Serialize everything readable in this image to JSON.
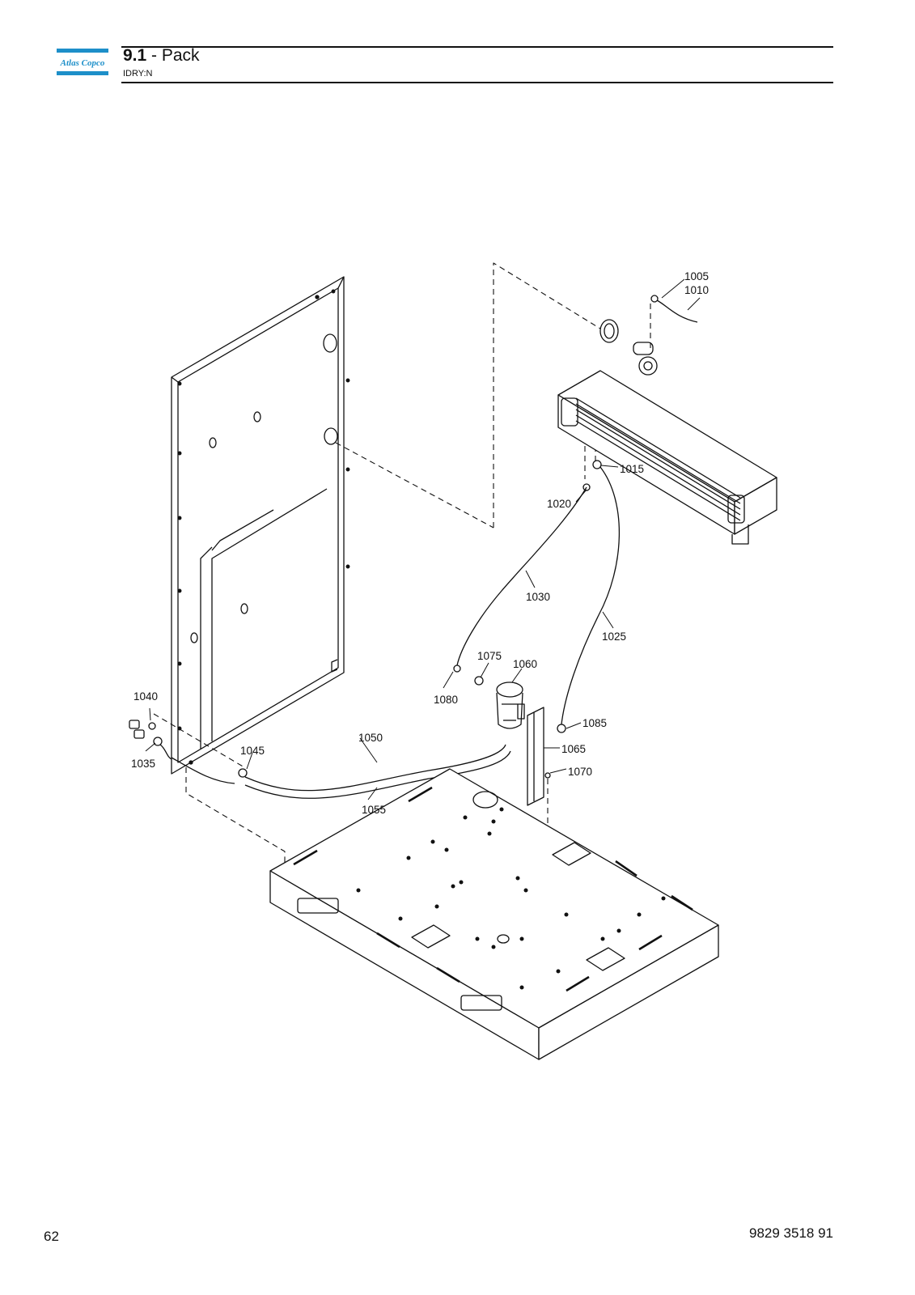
{
  "header": {
    "brand": "Atlas Copco",
    "section_number": "9.1",
    "section_separator": " - ",
    "section_title": "Pack",
    "subtitle": "IDRY:N"
  },
  "drawing": {
    "callouts": [
      "1005",
      "1010",
      "1015",
      "1020",
      "1025",
      "1030",
      "1035",
      "1040",
      "1045",
      "1050",
      "1055",
      "1060",
      "1065",
      "1070",
      "1075",
      "1080",
      "1085"
    ]
  },
  "footer": {
    "page_number": "62",
    "document_number": "9829 3518 91"
  },
  "colors": {
    "logo_blue": "#1d8fc9",
    "line": "#111111"
  }
}
